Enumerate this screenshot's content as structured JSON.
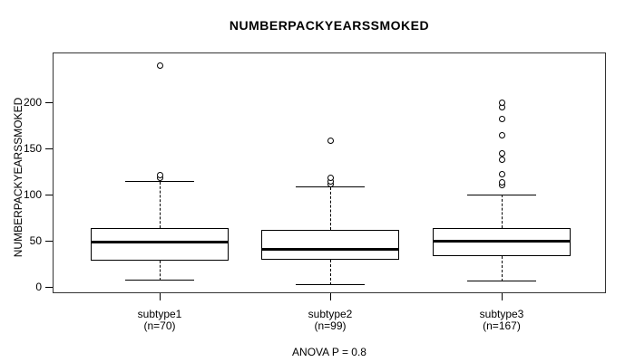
{
  "chart_data": {
    "type": "boxplot",
    "title": "NUMBERPACKYEARSSMOKED",
    "ylabel": "NUMBERPACKYEARSSMOKED",
    "footer": "ANOVA P = 0.8",
    "yticks": [
      0,
      50,
      100,
      150,
      200
    ],
    "ylim": [
      -7,
      254
    ],
    "grid": false,
    "legend": null,
    "colors": {
      "stroke": "#000000",
      "background": "#ffffff"
    },
    "groups": [
      {
        "label": "subtype1",
        "sublabel": "(n=70)",
        "stats": {
          "whisker_low": 7,
          "q1": 28,
          "median": 49,
          "q3": 64,
          "whisker_high": 114
        },
        "outliers": [
          118,
          121,
          240
        ]
      },
      {
        "label": "subtype2",
        "sublabel": "(n=99)",
        "stats": {
          "whisker_low": 2,
          "q1": 29,
          "median": 41,
          "q3": 62,
          "whisker_high": 108
        },
        "outliers": [
          111,
          114,
          118,
          158
        ]
      },
      {
        "label": "subtype3",
        "sublabel": "(n=167)",
        "stats": {
          "whisker_low": 6,
          "q1": 33,
          "median": 50,
          "q3": 64,
          "whisker_high": 100
        },
        "outliers": [
          110,
          113,
          122,
          138,
          145,
          164,
          182,
          195,
          200
        ]
      }
    ]
  }
}
